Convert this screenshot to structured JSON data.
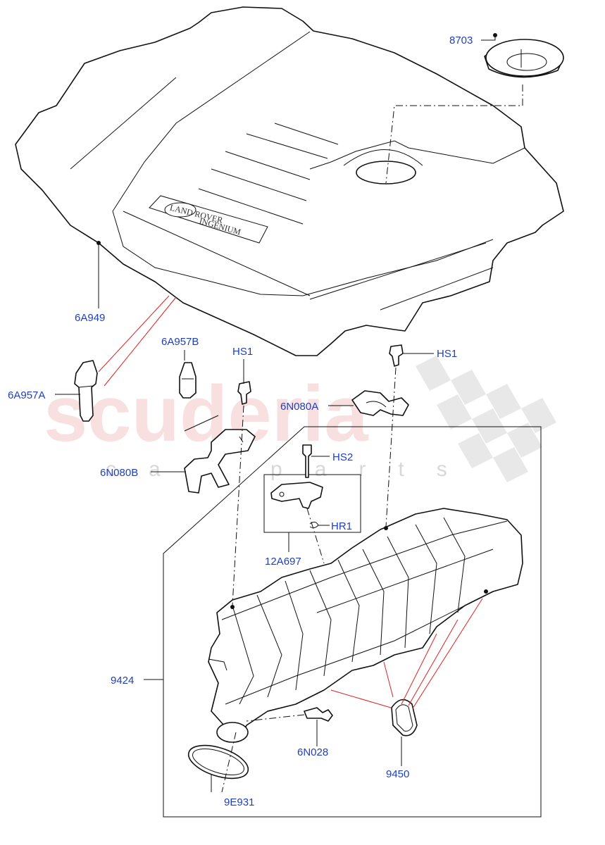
{
  "watermark": {
    "main": "scuderia",
    "sub": "car parts"
  },
  "labels": {
    "p8703": "8703",
    "p6A949": "6A949",
    "p6A957B": "6A957B",
    "p6A957A": "6A957A",
    "pHS1_left": "HS1",
    "pHS1_right": "HS1",
    "p6N080A": "6N080A",
    "p6N080B": "6N080B",
    "pHS2": "HS2",
    "pHR1": "HR1",
    "p12A697": "12A697",
    "p9424": "9424",
    "p6N028": "6N028",
    "p9450": "9450",
    "p9E931": "9E931"
  },
  "cover_text": {
    "badge": "LAND ROVER",
    "engine": "INGENIUM"
  }
}
